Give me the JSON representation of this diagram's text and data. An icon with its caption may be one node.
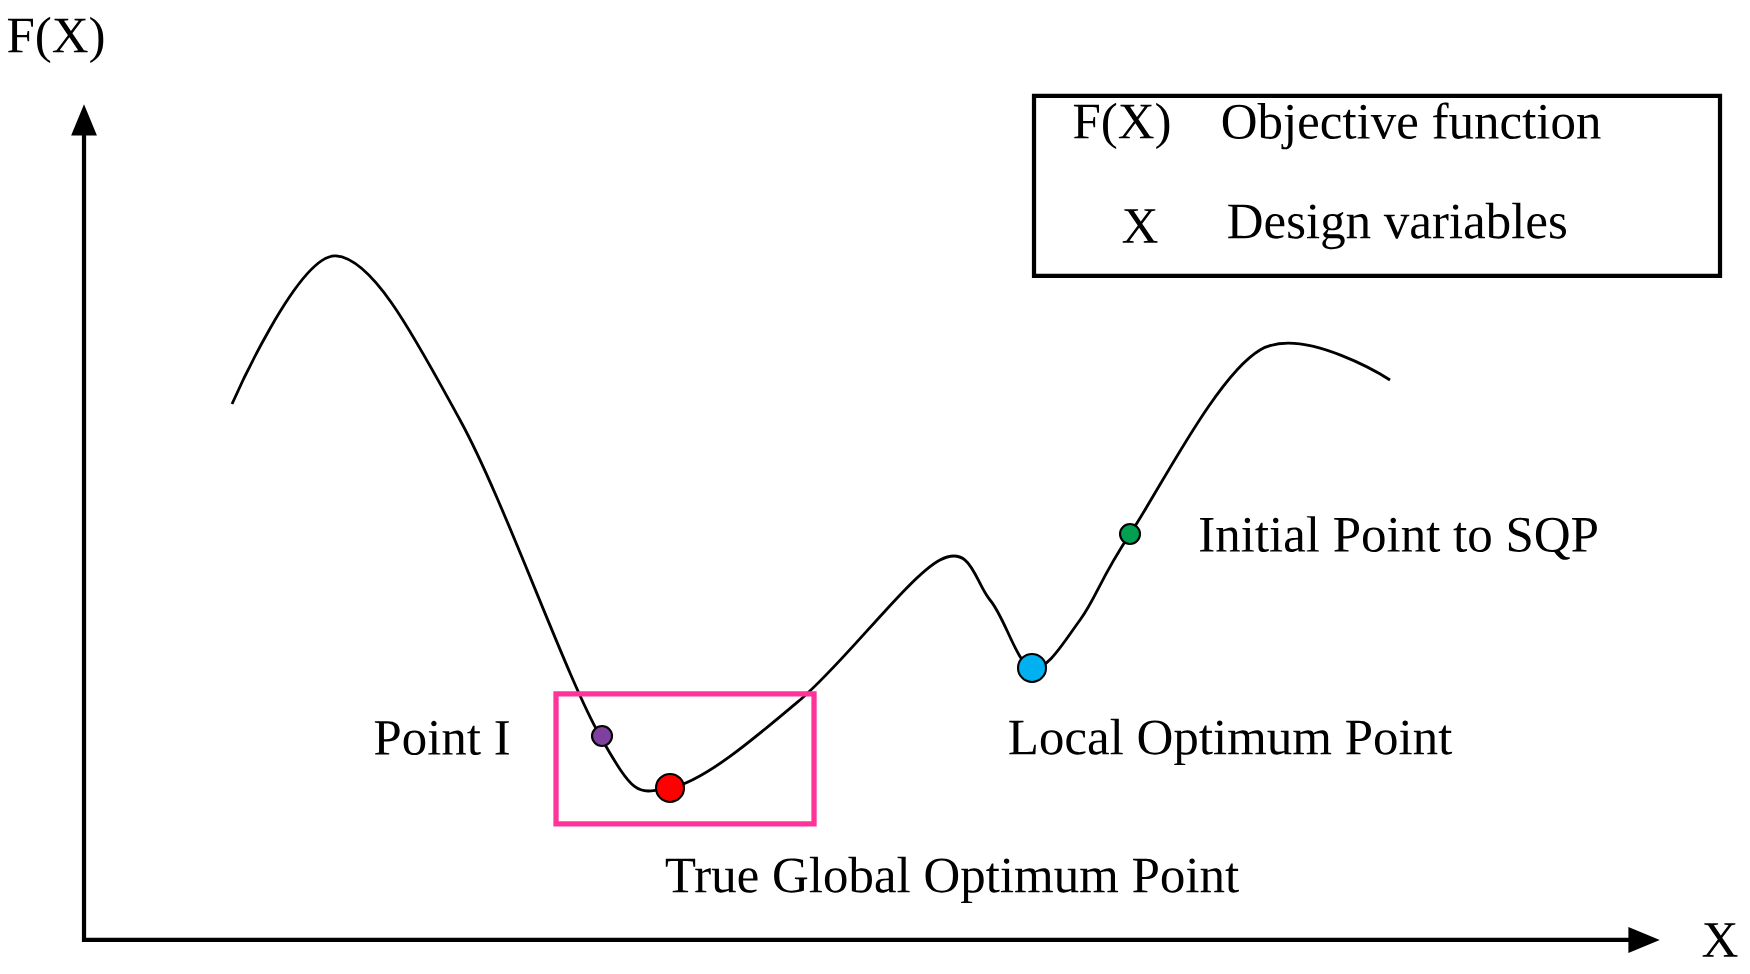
{
  "diagram": {
    "nodes": [
      {
        "text": [
          "F(X)",
          "Objective function",
          "X",
          "Design variables"
        ]
      }
    ],
    "edges": [],
    "labels": [
      "F(X)",
      "X",
      "Initial Point to SQP",
      "Point I",
      "Local Optimum Point",
      "True Global Optimum Point"
    ]
  }
}
